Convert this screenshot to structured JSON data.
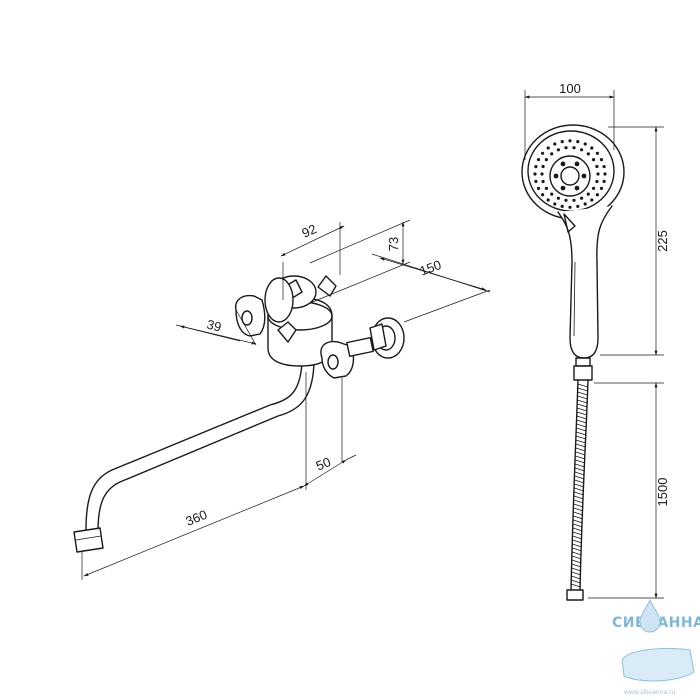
{
  "dimensions": {
    "head_width": "100",
    "head_length": "225",
    "hose_length": "1500",
    "handle_spacing": "92",
    "body_height": "73",
    "depth": "150",
    "handle_offset": "39",
    "spout_reach": "360",
    "spout_offset": "50"
  },
  "watermark": {
    "brand": "СИБВАННА",
    "url": "www.sibvanna.ru",
    "color": "#7fb7dc"
  }
}
